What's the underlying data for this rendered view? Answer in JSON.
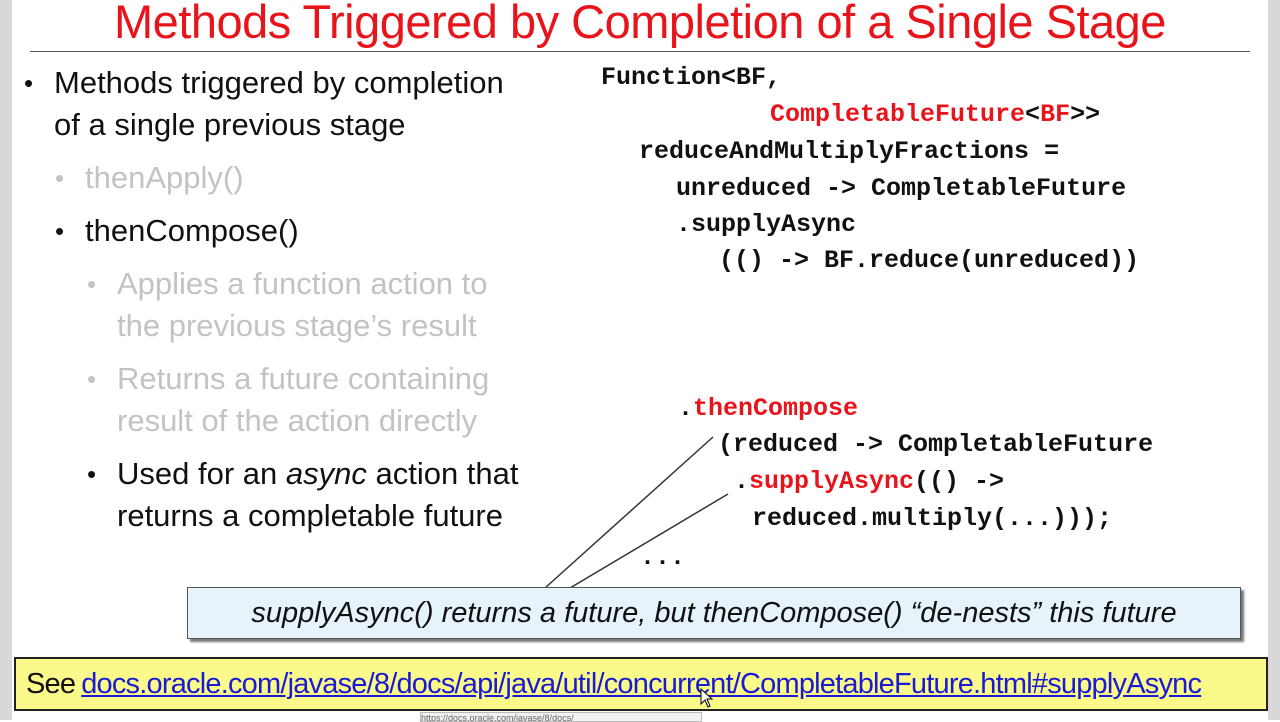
{
  "slide": {
    "title": "Methods Triggered by Completion of a Single Stage"
  },
  "bullets": {
    "b1_line1": "Methods triggered by completion",
    "b1_line2": "of a single previous stage",
    "b2": "thenApply()",
    "b3": "thenCompose()",
    "b4_line1": "Applies a function action to",
    "b4_line2": "the previous stage’s result",
    "b5_line1": "Returns a future containing",
    "b5_line2": "result of the action directly",
    "b6_pre": "Used for an ",
    "b6_em": "async",
    "b6_post": " action that",
    "b6_line2": "returns a completable future",
    "bullet_glyph": "•"
  },
  "code": {
    "l1": "Function<BF,",
    "l2_red": "CompletableFuture",
    "l2_red2": "<BF",
    "l2_rest": ">>",
    "l3": "reduceAndMultiplyFractions =",
    "l4": "unreduced -> CompletableFuture",
    "l5": ".supplyAsync",
    "l6": "(() -> BF.reduce(unreduced))",
    "l7_dot": ".",
    "l7_red": "thenCompose",
    "l8": "(reduced -> CompletableFuture",
    "l9_dot": ".",
    "l9_red": "supplyAsync",
    "l9_rest": "(() ->",
    "l10": "reduced.multiply(...)));",
    "l11": "..."
  },
  "callout": {
    "text": "supplyAsync() returns a future, but thenCompose() “de-nests” this future"
  },
  "footer": {
    "see": "See",
    "link": "docs.oracle.com/javase/8/docs/api/java/util/concurrent/CompletableFuture.html#supplyAsync"
  },
  "status": {
    "url": "https://docs.oracle.com/javase/8/docs/"
  },
  "colors": {
    "title_red": "#e8141b",
    "callout_bg": "#e6f3fb",
    "footer_bg": "#fafa8a",
    "link_blue": "#1a1ad6"
  }
}
